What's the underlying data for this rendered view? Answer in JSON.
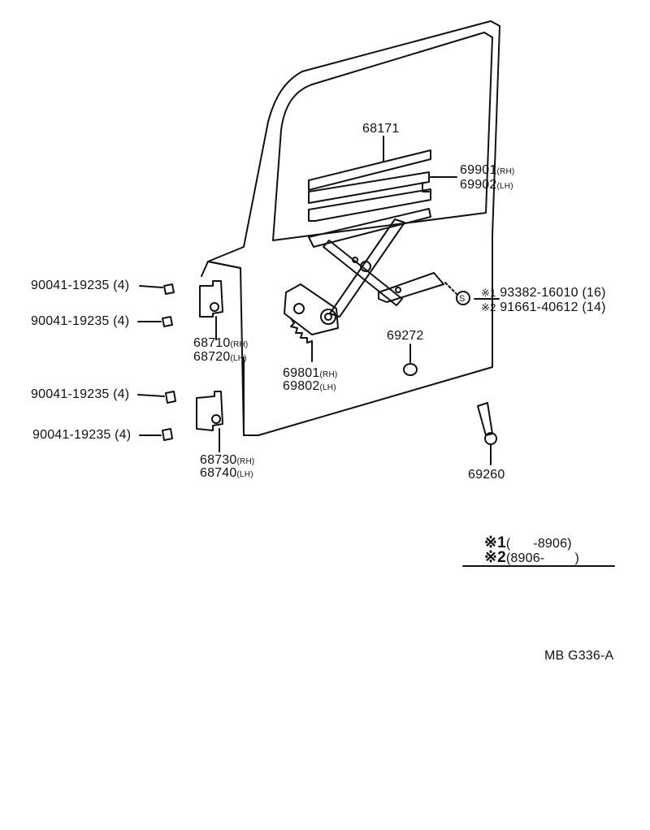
{
  "labels": {
    "p68171": "68171",
    "p69901": "69901",
    "p69902": "69902",
    "p93382": "93382-16010 (16)",
    "p91661": "91661-40612 (14)",
    "note_mark1": "※1",
    "note_mark2": "※2",
    "s_symbol": "S",
    "p69272": "69272",
    "p69801": "69801",
    "p69802": "69802",
    "p68710": "68710",
    "p68720": "68720",
    "p68730": "68730",
    "p68740": "68740",
    "p69260": "69260",
    "bolt_1": "90041-19235 (4)",
    "bolt_2": "90041-19235 (4)",
    "bolt_3": "90041-19235 (4)",
    "bolt_4": "90041-19235 (4)",
    "rh": "(RH)",
    "lh": "(LH)"
  },
  "legend": {
    "mark1": "※1",
    "range1": "(      -8906)",
    "mark2": "※2",
    "range2": "(8906-        )"
  },
  "figure_code": "MB G336-A"
}
